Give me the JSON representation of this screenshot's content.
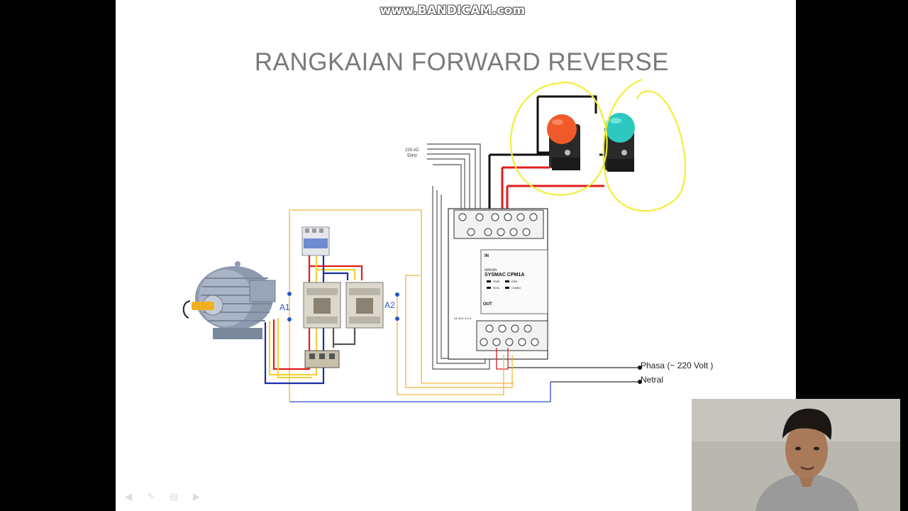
{
  "recording": {
    "watermark": "www.BANDICAM.com"
  },
  "slide": {
    "title": "RANGKAIAN FORWARD REVERSE"
  },
  "diagram": {
    "supply_label_line1": "220 AC",
    "supply_label_line2": "50Hz",
    "contactor_left_label": "A1",
    "contactor_right_label": "A2",
    "phase_label": "Phasa (~ 220 Volt )",
    "neutral_label": "Netral",
    "plc_brand": "omron",
    "plc_model": "SYSMAC CPM1A",
    "plc_led_pwr": "PWR",
    "plc_led_run": "RUN",
    "plc_led_err": "ERR",
    "plc_led_comm": "COMM",
    "plc_input_label": "IN",
    "plc_output_label": "OUT",
    "plc_output_power": "24 VDC 0.2 A",
    "button_forward_color": "#f05a2a",
    "button_reverse_color": "#2ec8c0",
    "annotation_color": "#f2ee3a"
  },
  "presenter_nav": {
    "icons": [
      "prev-arrow-icon",
      "pen-icon",
      "menu-icon",
      "next-arrow-icon"
    ]
  }
}
